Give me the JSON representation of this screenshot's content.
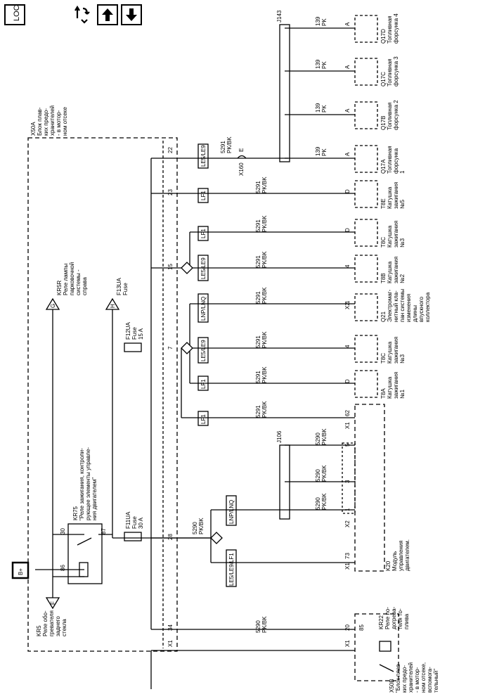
{
  "toolbar": {
    "legend_label": "LOC",
    "btn_swap": "swap",
    "btn_up": "up",
    "btn_down": "down"
  },
  "labels": {
    "x50a_block": [
      "X50A",
      "Блок плав-",
      "ких предо-",
      "хранителей",
      "- в мотор-",
      "ном отсеке"
    ],
    "j143": "J143",
    "inj4": [
      "Q17D",
      "Топливная",
      "форсунка 4"
    ],
    "inj3": [
      "Q17C",
      "Топливная",
      "форсунка 3"
    ],
    "inj2": [
      "Q17B",
      "Топливная",
      "форсунка 2"
    ],
    "inj1": [
      "Q17A",
      "Топливная",
      "форсунка",
      "1"
    ],
    "wire_139pk": [
      "139",
      "PK"
    ],
    "pin_a": "A",
    "pin_d": "D",
    "pin_4": "4",
    "pin_1": "1",
    "pin_3": "3",
    "pin_5": "5",
    "pin_e": "E",
    "pin_x2": "X2",
    "pin_x1": "X1",
    "x160": "X160",
    "le5le9": "LE5/LE9",
    "lf1": "LF1",
    "lnplnq": "LNP/LNQ",
    "le9lf1": "LE5/LE9/LF1",
    "wire_5291": [
      "5291",
      "PK/BK"
    ],
    "wire_5290": [
      "5290",
      "PK/BK"
    ],
    "t8e": [
      "T8E",
      "Катушка",
      "зажигания",
      "№5"
    ],
    "t8c_top": [
      "T8C",
      "Катушка",
      "зажигания",
      "№3"
    ],
    "t8b": [
      "T8B",
      "Катушка",
      "зажигания",
      "№2"
    ],
    "q21": [
      "Q21",
      "Электромаг-",
      "нитный кла-",
      "пан системы",
      "изменения",
      "длины",
      "впускного",
      "коллектора"
    ],
    "t8c_bot": [
      "T8C",
      "Катушка",
      "зажигания",
      "№3"
    ],
    "t8a": [
      "T8A",
      "Катушка",
      "зажигания",
      "№1"
    ],
    "kr5r": [
      "KR5R",
      "Реле лампы",
      "парковочной",
      "системы -",
      "справа"
    ],
    "f13ua": [
      "F13UA",
      "Fuse"
    ],
    "f12ua": [
      "F12UA",
      "Fuse",
      "15 A"
    ],
    "f11ua": [
      "F11UA",
      "Fuse",
      "30 A"
    ],
    "kr75": [
      "KR75",
      "\"Реле зажигания, контроли-",
      "рующее элементы управле-",
      "ния двигателем\""
    ],
    "j106": "J106",
    "k20": [
      "K20",
      "Модуль",
      "управления",
      "двигателем."
    ],
    "kr5": [
      "KR5",
      "Реле обо-",
      "гревателя",
      "заднего",
      "стекла"
    ],
    "kr22": [
      "KR22",
      "Реле по-",
      "догрева-",
      "теля то-",
      "плива"
    ],
    "x50b": [
      "X50B",
      "\"Блок плав-",
      "ких предо-",
      "хранителей",
      "- в мотор-",
      "ном отсеке,",
      "вспомога-",
      "тельный\""
    ],
    "bplus": "B+",
    "conn_g": "G",
    "conn_h": "H",
    "conn_f": "F",
    "pin_22": "22",
    "pin_23": "23",
    "pin_15": "15",
    "pin_7": "7",
    "pin_62": "62",
    "pin_28": "28",
    "pin_73": "73",
    "pin_34": "34",
    "pin_20": "20",
    "pin_85": "85",
    "pin_30": "30",
    "pin_86": "86",
    "pin_87": "87"
  }
}
